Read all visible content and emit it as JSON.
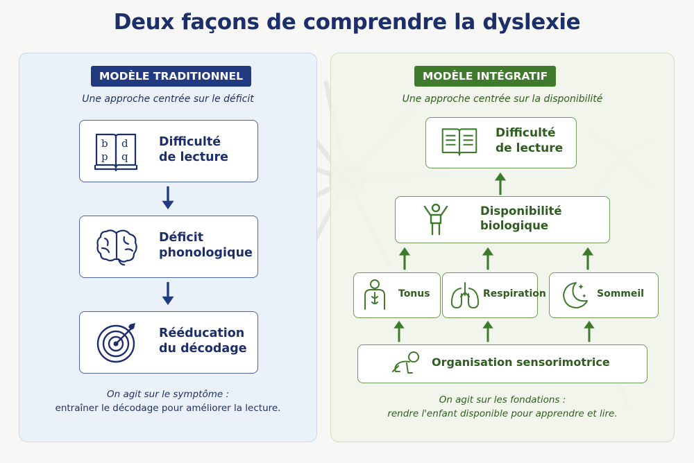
{
  "title": "Deux façons de comprendre la dyslexie",
  "colors": {
    "navy": "#1d2f6b",
    "green": "#3f7a2d",
    "trad_panel_bg": "#e9f0f9",
    "integ_panel_bg": "#f0f4ea"
  },
  "traditional": {
    "badge": "MODÈLE TRADITIONNEL",
    "subtitle": "Une approche centrée sur le déficit",
    "steps": [
      {
        "line1": "Difficulté",
        "line2": "de lecture",
        "icon": "open-book-bdpq-icon"
      },
      {
        "line1": "Déficit",
        "line2": "phonologique",
        "icon": "brain-icon"
      },
      {
        "line1": "Rééducation",
        "line2": "du décodage",
        "icon": "target-icon"
      }
    ],
    "footer_line1": "On agit sur le symptôme :",
    "footer_line2": "entraîner le décodage pour améliorer la lecture."
  },
  "integrative": {
    "badge": "MODÈLE INTÉGRATIF",
    "subtitle": "Une approche centrée sur la disponibilité",
    "top": {
      "line1": "Difficulté",
      "line2": "de lecture",
      "icon": "open-book-icon"
    },
    "middle": {
      "line1": "Disponibilité",
      "line2": "biologique",
      "icon": "person-arms-up-icon"
    },
    "pillars": [
      {
        "label": "Tonus",
        "icon": "body-torso-icon"
      },
      {
        "label": "Respiration",
        "icon": "lungs-icon"
      },
      {
        "label": "Sommeil",
        "icon": "moon-stars-icon"
      }
    ],
    "base": {
      "label": "Organisation sensorimotrice",
      "icon": "crawling-baby-icon"
    },
    "footer_line1": "On agit sur les fondations :",
    "footer_line2": "rendre l'enfant disponible pour apprendre et lire."
  }
}
